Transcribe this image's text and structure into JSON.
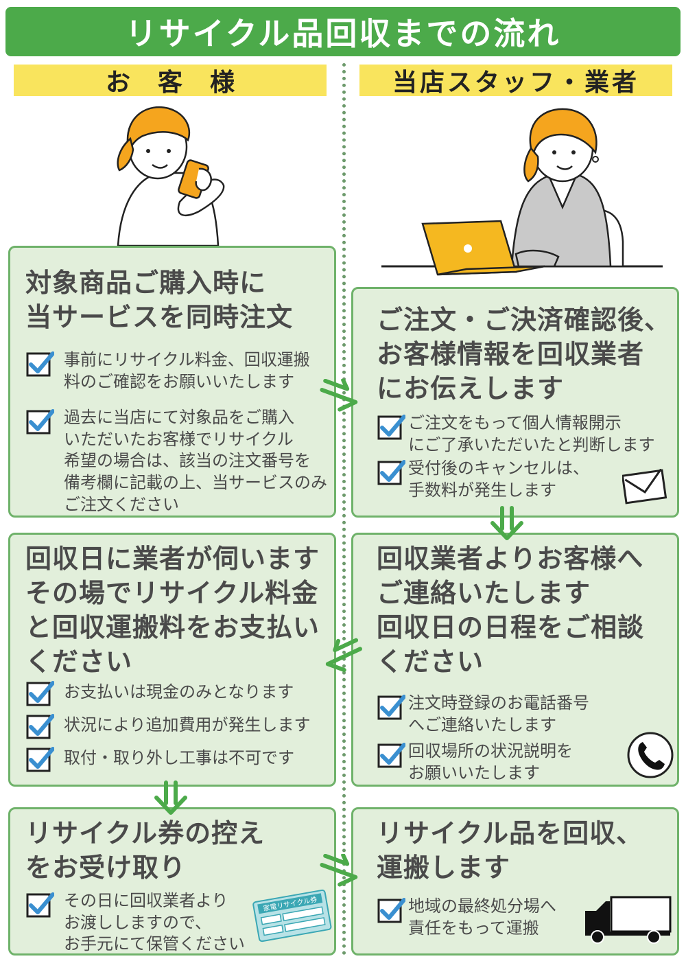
{
  "title": "リサイクル品回収までの流れ",
  "columns": {
    "left": "お客様",
    "right": "当店スタッフ・業者"
  },
  "steps": [
    {
      "heading": "対象商品ご購入時に\n当サービスを同時注文",
      "items": [
        "事前にリサイクル料金、回収運搬\n料のご確認をお願いいたします",
        "過去に当店にて対象品をご購入\nいただいたお客様でリサイクル\n希望の場合は、該当の注文番号を\n備考欄に記載の上、当サービスのみ\nご注文ください"
      ]
    },
    {
      "heading": "ご注文・ご決済確認後、\nお客様情報を回収業者\nにお伝えします",
      "items": [
        "ご注文をもって個人情報開示\nにご了承いただいたと判断します",
        "受付後のキャンセルは、\n手数料が発生します"
      ]
    },
    {
      "heading": "回収業者よりお客様へ\nご連絡いたします\n回収日の日程をご相談\nください",
      "items": [
        "注文時登録のお電話番号\nへご連絡いたします",
        "回収場所の状況説明を\nお願いいたします"
      ]
    },
    {
      "heading": "回収日に業者が伺います\nその場でリサイクル料金\nと回収運搬料をお支払い\nください",
      "items": [
        "お支払いは現金のみとなります",
        "状況により追加費用が発生します",
        "取付・取り外し工事は不可です"
      ]
    },
    {
      "heading": "リサイクル券の控え\nをお受け取り",
      "items": [
        "その日に回収業者より\nお渡ししますので、\nお手元にて保管ください"
      ],
      "ticket_label": "家電リサイクル券"
    },
    {
      "heading": "リサイクル品を回収、\n運搬します",
      "items": [
        "地域の最終処分場へ\n責任をもって運搬"
      ]
    }
  ],
  "icons": [
    "check-icon",
    "envelope-icon",
    "phone-icon",
    "truck-icon",
    "ticket-icon",
    "double-arrow-icon"
  ],
  "colors": {
    "title_green": "#4caa4a",
    "box_fill": "#e2efdb",
    "box_border": "#6fb26a",
    "header_yellow": "#f9e45d",
    "check_blue": "#3a8fd0",
    "arrow_green": "#4caa4a",
    "laptop_yellow": "#f5b820",
    "hair_orange": "#f5a51e"
  }
}
